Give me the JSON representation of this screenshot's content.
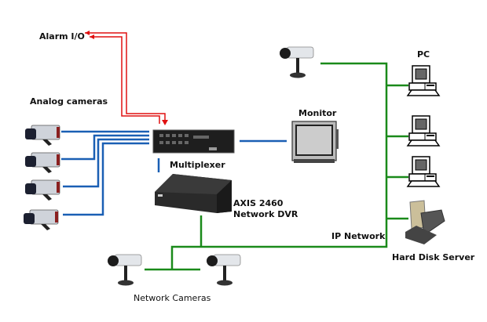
{
  "labels": {
    "alarm_io": "Alarm I/O",
    "analog_cameras": "Analog cameras",
    "multiplexer": "Multiplexer",
    "monitor": "Monitor",
    "dvr_line1": "AXIS 2460",
    "dvr_line2": "Network DVR",
    "pc": "PC",
    "ip_network": "IP Network",
    "hard_disk_server": "Hard Disk Server",
    "network_cameras": "Network Cameras"
  },
  "colors": {
    "alarm_link": "#e01010",
    "analog_link": "#1a5fb4",
    "ip_network": "#1a8a1a"
  },
  "icons": [
    "analog-camera-icon",
    "multiplexer-icon",
    "dvr-icon",
    "monitor-icon",
    "ip-camera-icon",
    "pc-icon",
    "hard-disk-server-icon"
  ]
}
